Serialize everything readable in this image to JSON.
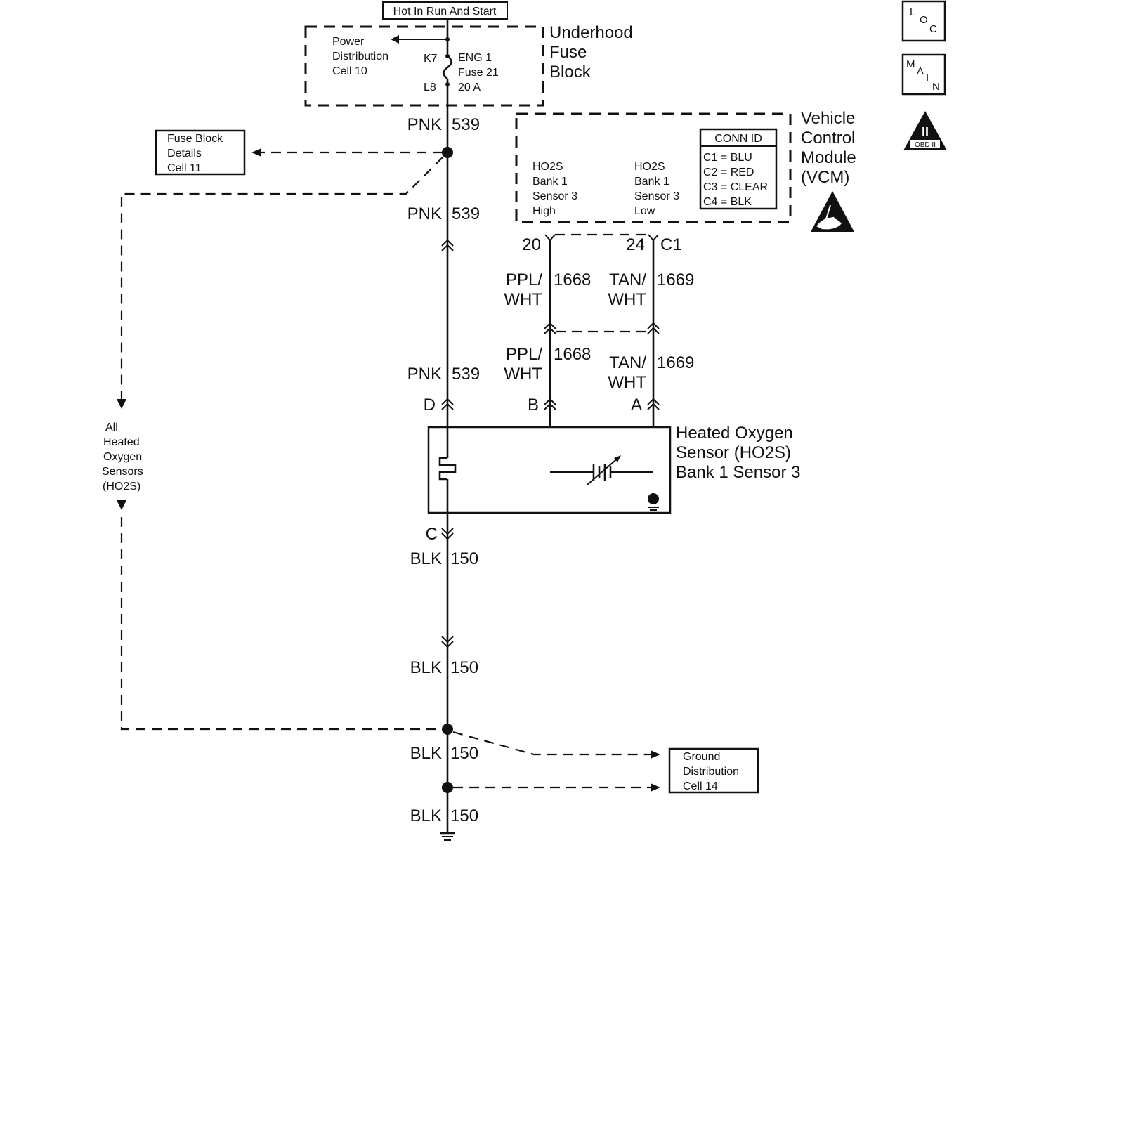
{
  "header": {
    "hot_label": "Hot In Run And Start"
  },
  "fuse_block": {
    "title": [
      "Underhood",
      "Fuse",
      "Block"
    ],
    "power_ref": [
      "Power",
      "Distribution",
      "Cell 10"
    ],
    "pin_top": "K7",
    "pin_bottom": "L8",
    "fuse": [
      "ENG 1",
      "Fuse 21",
      "20 A"
    ]
  },
  "fuse_details_ref": [
    "Fuse Block",
    "Details",
    "Cell 11"
  ],
  "vcm": {
    "title": [
      "Vehicle",
      "Control",
      "Module",
      "(VCM)"
    ],
    "high_label": [
      "HO2S",
      "Bank 1",
      "Sensor 3",
      "High"
    ],
    "low_label": [
      "HO2S",
      "Bank 1",
      "Sensor 3",
      "Low"
    ],
    "conn_id": {
      "title": "CONN ID",
      "rows": [
        "C1 = BLU",
        "C2 = RED",
        "C3 = CLEAR",
        "C4 = BLK"
      ]
    },
    "pin_high": "20",
    "pin_low": "24",
    "connector": "C1"
  },
  "wires": {
    "pnk_color": "PNK",
    "pnk_circuit": "539",
    "ppl_color": [
      "PPL/",
      "WHT"
    ],
    "ppl_circuit": "1668",
    "tan_color": [
      "TAN/",
      "WHT"
    ],
    "tan_circuit": "1669",
    "blk_color": "BLK",
    "blk_circuit": "150"
  },
  "sensor": {
    "title": [
      "Heated Oxygen",
      "Sensor (HO2S)",
      "Bank 1 Sensor 3"
    ],
    "pin_d": "D",
    "pin_b": "B",
    "pin_a": "A",
    "pin_c": "C"
  },
  "all_ho2s_ref": [
    "All",
    "Heated",
    "Oxygen",
    "Sensors",
    "(HO2S)"
  ],
  "ground_ref": [
    "Ground",
    "Distribution",
    "Cell 14"
  ],
  "icons": {
    "loc": [
      "L",
      "O",
      "C"
    ],
    "main": [
      "M",
      "A",
      "I",
      "N"
    ],
    "obd_numeral": "II",
    "obd_text": "OBD II"
  }
}
